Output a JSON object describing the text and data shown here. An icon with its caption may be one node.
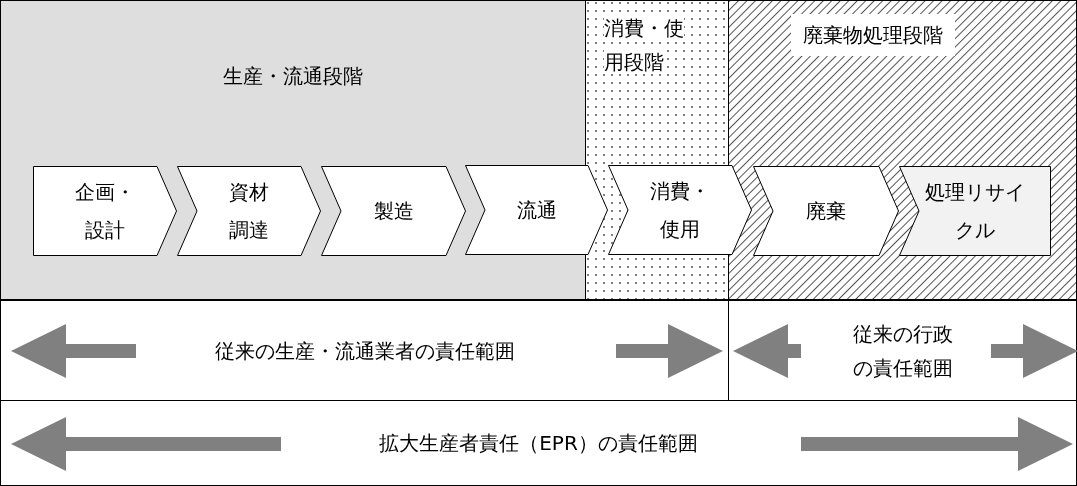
{
  "diagram": {
    "nodes": [
      {
        "text": [
          "生産・流通段階"
        ]
      },
      {
        "text": [
          "消費・使用段階"
        ]
      },
      {
        "text": [
          "廃棄物処理段階"
        ]
      },
      {
        "text": [
          "企画・設計"
        ],
        "in": 0
      },
      {
        "text": [
          "資材調達"
        ],
        "in": 0
      },
      {
        "text": [
          "製造"
        ],
        "in": 0
      },
      {
        "text": [
          "流通"
        ]
      },
      {
        "text": [
          "消費・使用"
        ]
      },
      {
        "text": [
          "廃棄"
        ],
        "in": 2
      },
      {
        "text": [
          "処理リサイクル"
        ],
        "in": 2
      },
      {
        "text": [
          "従来の生産・流通業者の責任範囲"
        ]
      },
      {
        "text": [
          "従来の行政の責任範囲"
        ]
      },
      {
        "text": [
          "拡大生産者責任（EPR）の責任範囲"
        ]
      }
    ]
  }
}
